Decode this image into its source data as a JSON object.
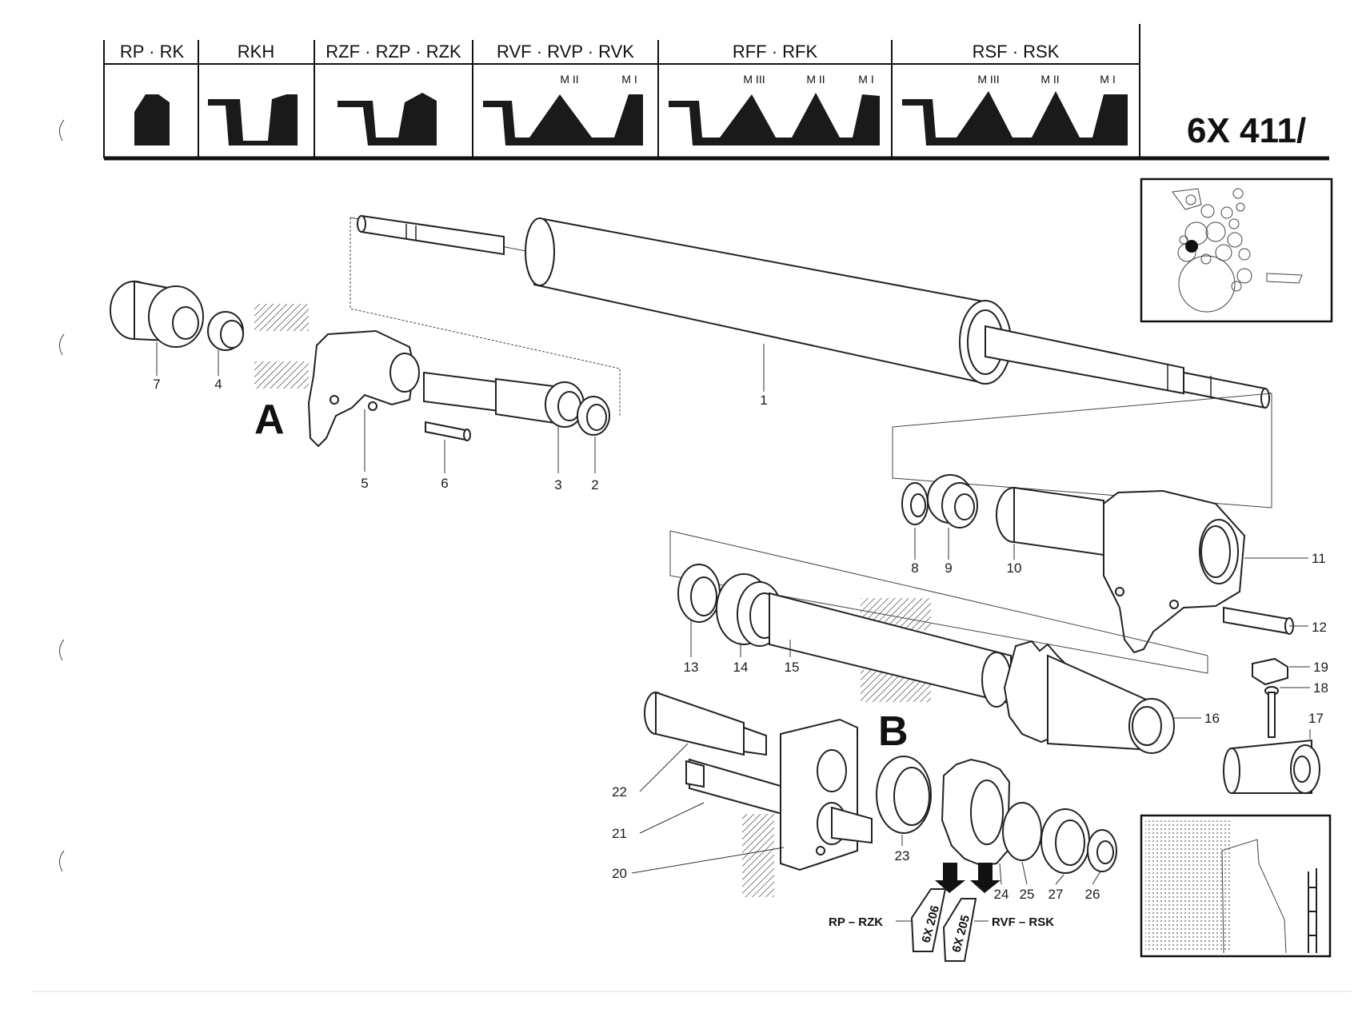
{
  "document_code": "6X 411/",
  "header": {
    "columns": [
      {
        "label": "RP · RK",
        "marks": []
      },
      {
        "label": "RKH",
        "marks": []
      },
      {
        "label": "RZF · RZP · RZK",
        "marks": []
      },
      {
        "label": "RVF · RVP · RVK",
        "marks": [
          "M II",
          "M I"
        ]
      },
      {
        "label": "RFF · RFK",
        "marks": [
          "M III",
          "M II",
          "M I"
        ]
      },
      {
        "label": "RSF · RSK",
        "marks": [
          "M III",
          "M II",
          "M I"
        ]
      }
    ]
  },
  "assemblies": {
    "a": "A",
    "b": "B"
  },
  "part_numbers": [
    "1",
    "2",
    "3",
    "4",
    "5",
    "6",
    "7",
    "8",
    "9",
    "10",
    "11",
    "12",
    "13",
    "14",
    "15",
    "16",
    "17",
    "18",
    "19",
    "20",
    "21",
    "22",
    "23",
    "24",
    "25",
    "26",
    "27"
  ],
  "references": {
    "left_label": "RP – RZK",
    "left_arrow": "6X 206",
    "right_label": "RVF – RSK",
    "right_arrow": "6X 205"
  }
}
